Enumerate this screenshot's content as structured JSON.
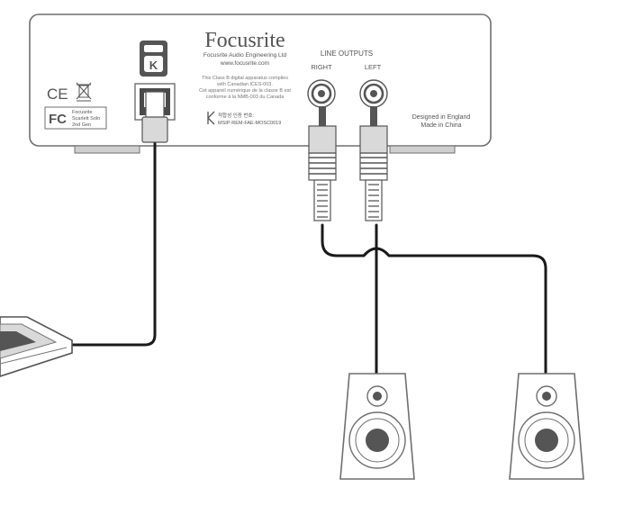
{
  "device": {
    "brand": "Focusrite",
    "company": "Focusrite Audio Engineering Ltd",
    "website": "www.focusrite.com",
    "compliance": [
      "This Class B digital apparatus complies",
      "with Canadian ICES-003.",
      "Cet appareil numérique de la classe B est",
      "conforme à la NMB-003 du Canada"
    ],
    "ce_mark": "CE",
    "fcc_mark": "FC",
    "model_label": [
      "Focusrite",
      "Scarlett Solo",
      "2nd Gen"
    ],
    "kc_text": [
      "적합성 인증 번호:",
      "MSIP-REM-FAE-MOSC0019"
    ],
    "usb_badge": "K",
    "line_outputs_label": "LINE OUTPUTS",
    "right_label": "RIGHT",
    "left_label": "LEFT",
    "origin": [
      "Designed in England",
      "Made in China"
    ]
  },
  "colors": {
    "outline": "#6f6f6f",
    "cable": "#1a1a1a",
    "connector_fill": "#d9d9d9",
    "speaker_fill": "#ffffff",
    "woofer": "#555555",
    "usb_badge": "#555555"
  }
}
